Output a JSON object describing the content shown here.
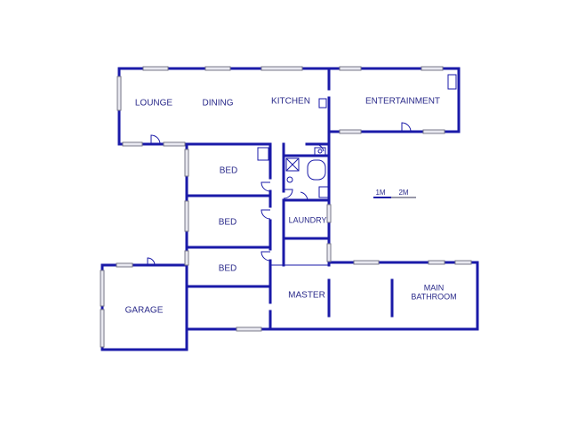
{
  "rooms": {
    "lounge": "LOUNGE",
    "dining": "DINING",
    "kitchen": "KITCHEN",
    "entertainment": "ENTERTAINMENT",
    "bed1": "BED",
    "bed2": "BED",
    "bed3": "BED",
    "laundry": "LAUNDRY",
    "garage": "GARAGE",
    "master": "MASTER",
    "main_bathroom_line1": "MAIN",
    "main_bathroom_line2": "BATHROOM"
  },
  "scale": {
    "label_1": "1M",
    "label_2": "2M"
  },
  "colors": {
    "wall": "#1a1aa8",
    "window": "#e8e8f0",
    "text": "#2a2a8a"
  }
}
